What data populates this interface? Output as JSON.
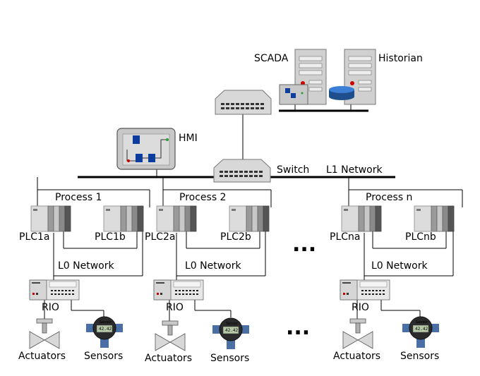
{
  "labels": {
    "scada": "SCADA",
    "historian": "Historian",
    "hmi": "HMI",
    "switch": "Switch",
    "l1_network": "L1 Network",
    "process_1": "Process 1",
    "process_2": "Process 2",
    "process_n": "Process n",
    "plc1a": "PLC1a",
    "plc1b": "PLC1b",
    "plc2a": "PLC2a",
    "plc2b": "PLC2b",
    "plcna": "PLCna",
    "plcnb": "PLCnb",
    "l0_network_1": "L0 Network",
    "l0_network_2": "L0 Network",
    "l0_network_n": "L0 Network",
    "rio_1": "RIO",
    "rio_2": "RIO",
    "rio_n": "RIO",
    "actuators_1": "Actuators",
    "actuators_2": "Actuators",
    "actuators_n": "Actuators",
    "sensors_1": "Sensors",
    "sensors_2": "Sensors",
    "sensors_n": "Sensors",
    "ellipsis_top": "...",
    "ellipsis_bottom": "...",
    "sensor_reading": "42.42",
    "sensor_title": "Sensor"
  },
  "colors": {
    "device_gray": "#d4d4d4",
    "device_dark": "#555555",
    "sensor_blue": "#4a6fa5",
    "historian_cyl": "#1f4e8c",
    "hmi_tank": "#0b3c9e",
    "indicator_red": "#cc0000"
  }
}
